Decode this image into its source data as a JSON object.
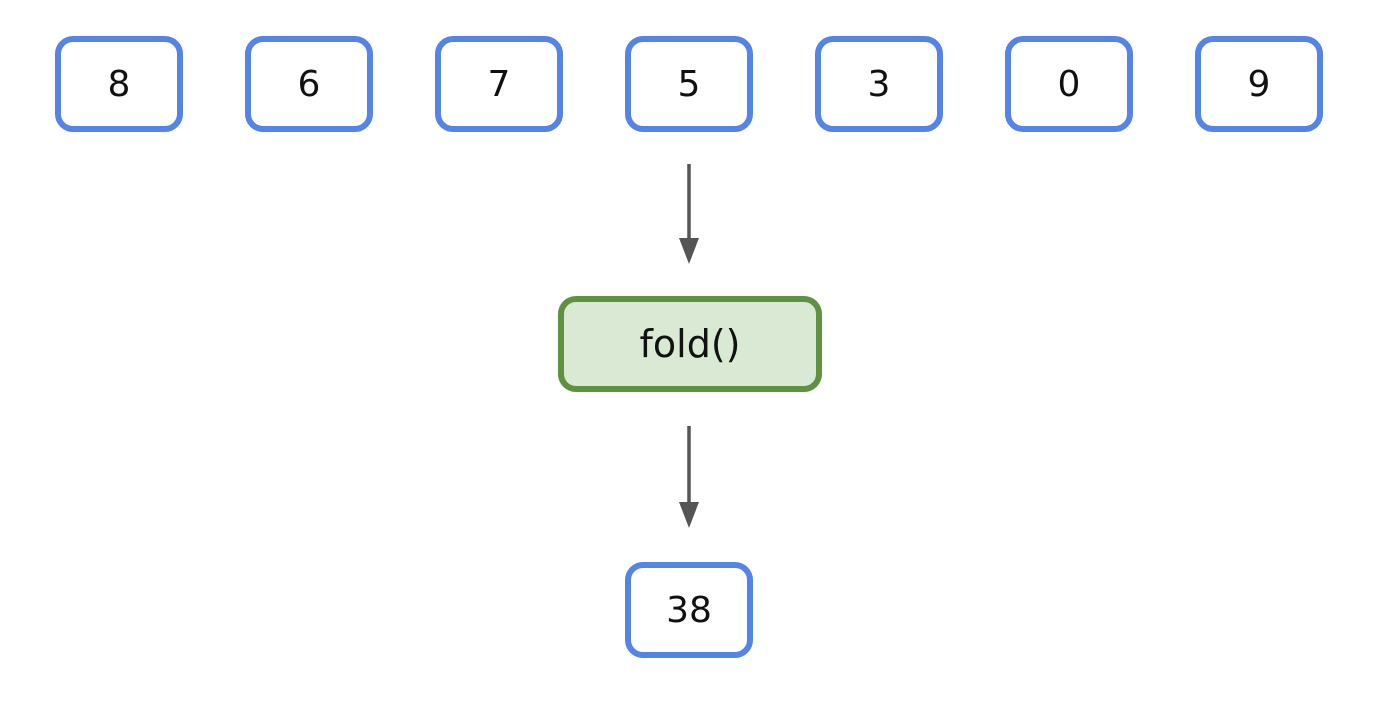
{
  "inputs": [
    "8",
    "6",
    "7",
    "5",
    "3",
    "0",
    "9"
  ],
  "function": {
    "label": "fold()"
  },
  "result": {
    "value": "38"
  },
  "colors": {
    "box_border": "#5484e6",
    "fn_border": "#5e9140",
    "fn_fill": "#d9e9d3",
    "arrow": "#555555"
  }
}
